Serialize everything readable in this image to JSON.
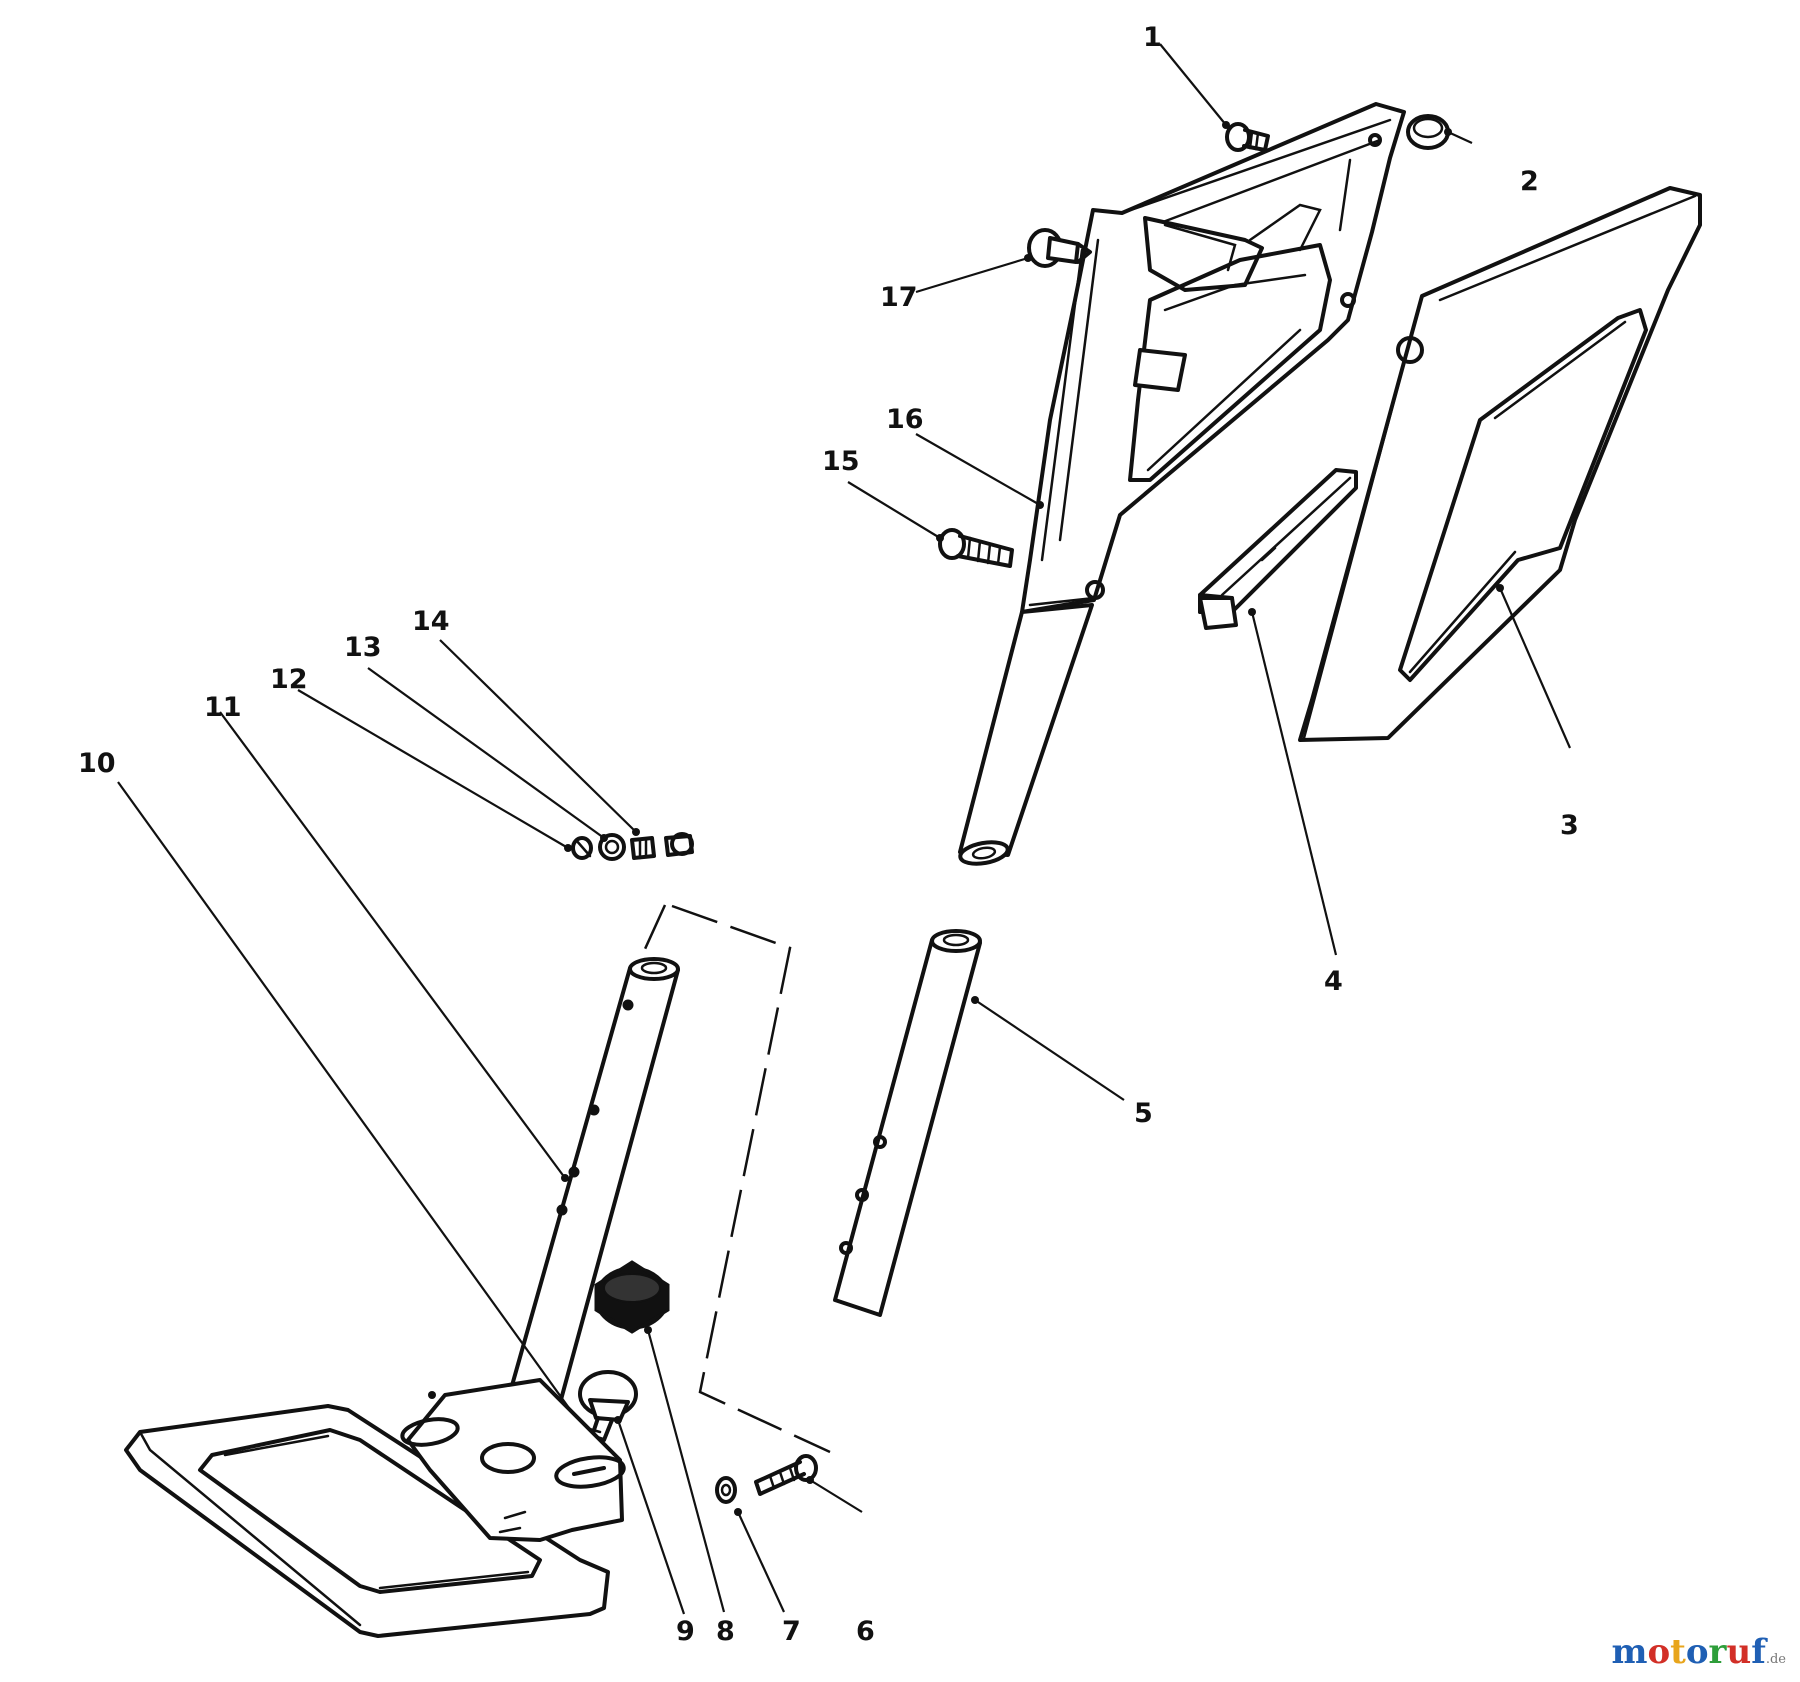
{
  "callouts": {
    "c1": "1",
    "c2": "2",
    "c3": "3",
    "c4": "4",
    "c5": "5",
    "c6": "6",
    "c7": "7",
    "c8": "8",
    "c9": "9",
    "c10": "10",
    "c11": "11",
    "c12": "12",
    "c13": "13",
    "c14": "14",
    "c15": "15",
    "c16": "16",
    "c17": "17"
  },
  "watermark": {
    "letters": [
      "m",
      "o",
      "t",
      "o",
      "r",
      "u",
      "f"
    ],
    "colors": [
      "#1f5fb4",
      "#d22f27",
      "#e8a51c",
      "#1f5fb4",
      "#2e9e3a",
      "#d22f27",
      "#1f5fb4"
    ],
    "suffix": ".de"
  }
}
